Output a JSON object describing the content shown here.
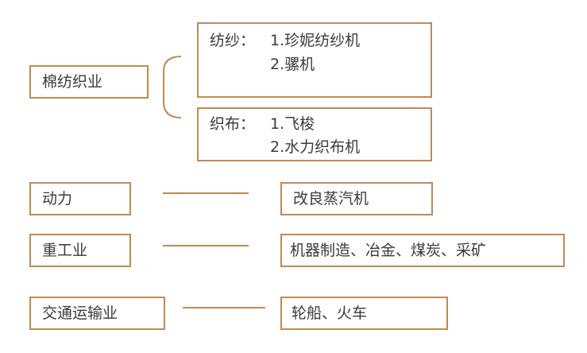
{
  "textile": {
    "title": "棉纺织业",
    "spinning": {
      "label": "纺纱：",
      "item1": "1.珍妮纺纱机",
      "item2": "2.骡机"
    },
    "weaving": {
      "label": "织布：",
      "item1": "1.飞梭",
      "item2": "2.水力织布机"
    }
  },
  "rows": [
    {
      "category": "动力",
      "detail": "改良蒸汽机"
    },
    {
      "category": "重工业",
      "detail": "机器制造、冶金、煤炭、采矿"
    },
    {
      "category": "交通运输业",
      "detail": "轮船、火车"
    }
  ],
  "colors": {
    "border": "#c08a55",
    "text": "#3a3a3a"
  }
}
